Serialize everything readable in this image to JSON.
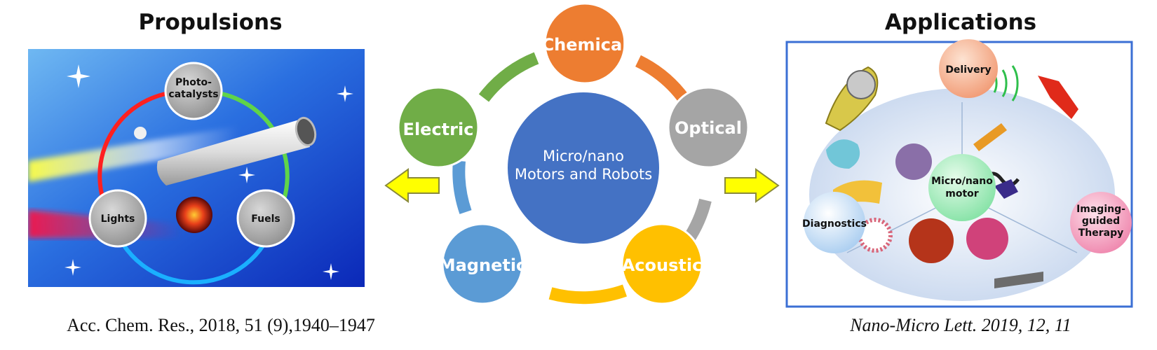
{
  "left": {
    "title": "Propulsions",
    "nodes": {
      "top": "Photo-\ncatalysts",
      "left": "Lights",
      "right": "Fuels"
    },
    "citation": "Acc. Chem. Res., 2018, 51 (9),1940–1947"
  },
  "center": {
    "hub": "Micro/nano\nMotors and Robots",
    "satellites": {
      "chemical": "Chemical",
      "optical": "Optical",
      "acoustic": "Acoustic",
      "magnetic": "Magnetic",
      "electric": "Electric"
    },
    "colors": {
      "hub": "#4472C4",
      "chemical": "#ED7D31",
      "optical": "#A5A5A5",
      "acoustic": "#FFC000",
      "magnetic": "#5B9BD5",
      "electric": "#70AD47",
      "arrow": "#FFFF00"
    }
  },
  "right": {
    "title": "Applications",
    "center_label": "Micro/nano\nmotor",
    "nodes": {
      "top": "Delivery",
      "left": "Diagnostics",
      "right": "Imaging-\nguided\nTherapy"
    },
    "citation": "Nano-Micro Lett. 2019, 12, 11"
  }
}
